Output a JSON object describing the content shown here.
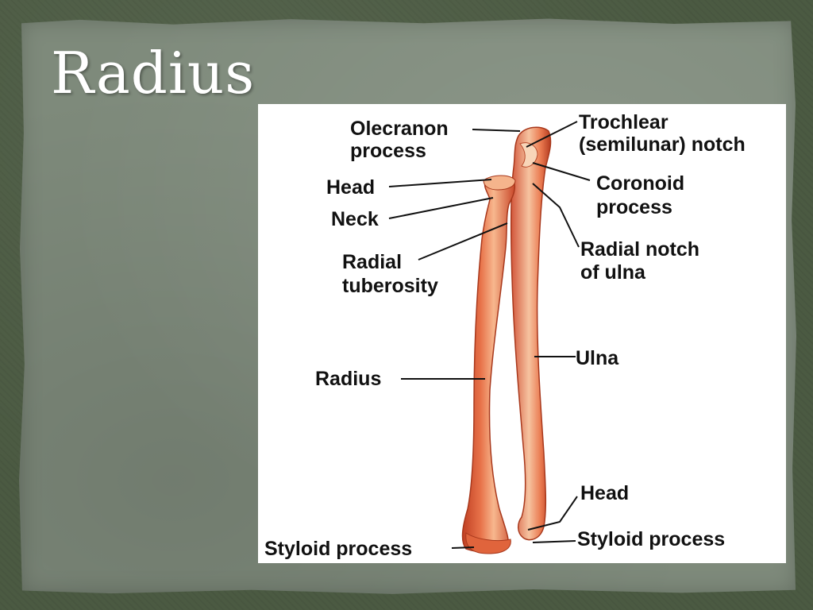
{
  "slide": {
    "title": "Radius"
  },
  "diagram": {
    "labels": {
      "olecranon_1": "Olecranon",
      "olecranon_2": "process",
      "trochlear_1": "Trochlear",
      "trochlear_2": "(semilunar) notch",
      "head_top": "Head",
      "coronoid_1": "Coronoid",
      "coronoid_2": "process",
      "neck": "Neck",
      "radial_notch_1": "Radial notch",
      "radial_notch_2": "of ulna",
      "radial_tuberosity_1": "Radial",
      "radial_tuberosity_2": "tuberosity",
      "ulna": "Ulna",
      "radius": "Radius",
      "head_bottom": "Head",
      "styloid_right": "Styloid process",
      "styloid_left": "Styloid process"
    },
    "colors": {
      "bone_dark": "#c9482a",
      "bone_mid": "#e8734a",
      "bone_light": "#f7c7a2",
      "leader": "#111111"
    }
  }
}
